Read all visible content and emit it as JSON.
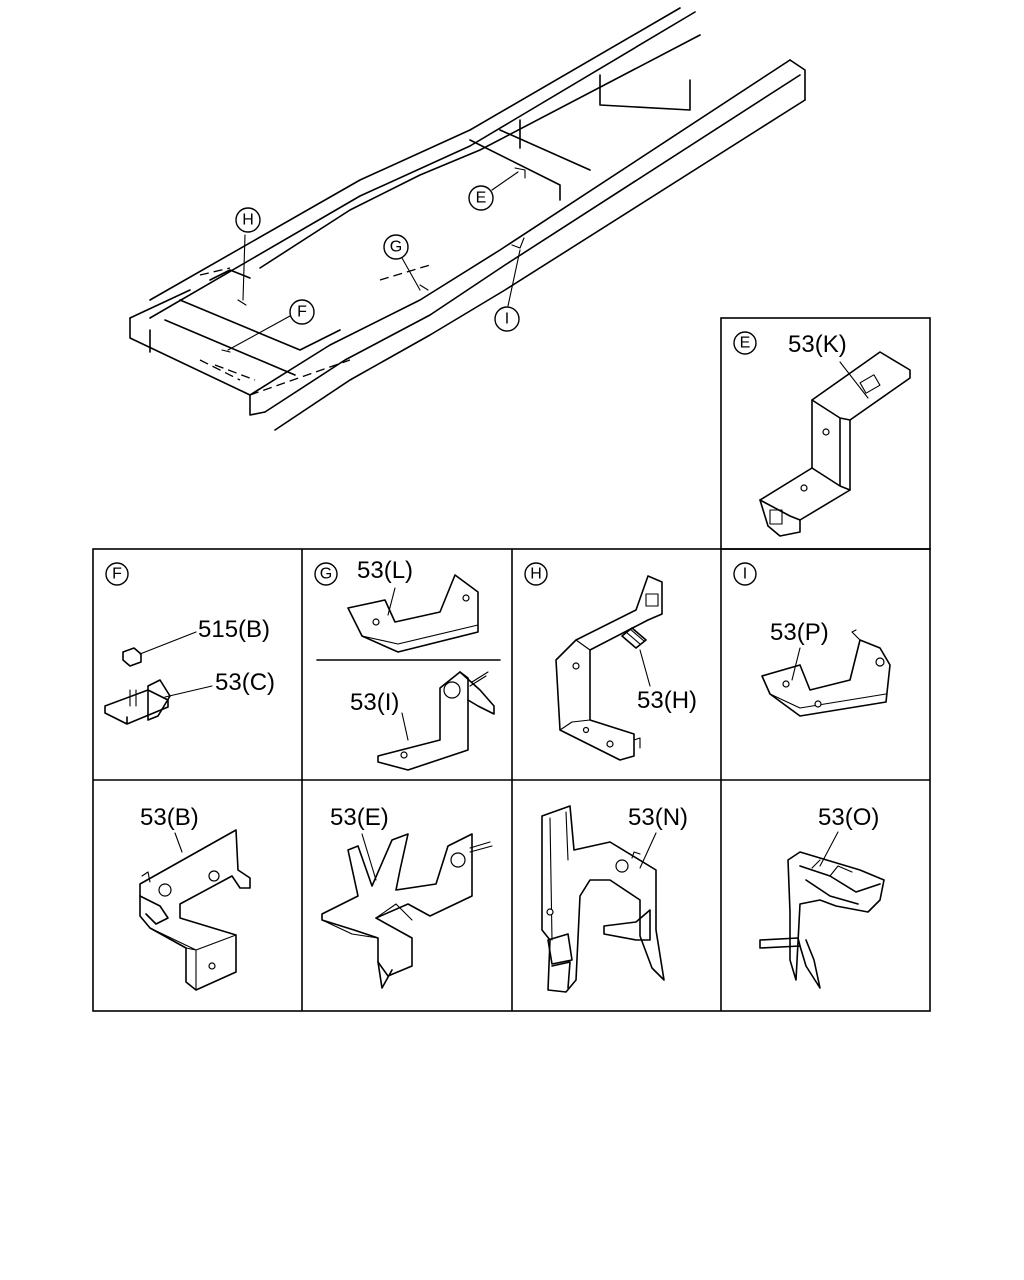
{
  "callouts": {
    "E": "E",
    "F": "F",
    "G": "G",
    "H": "H",
    "I": "I"
  },
  "panels": {
    "E": {
      "letter": "E",
      "parts": [
        "53(K)"
      ]
    },
    "F": {
      "letter": "F",
      "parts": [
        "515(B)",
        "53(C)"
      ]
    },
    "G": {
      "letter": "G",
      "parts": [
        "53(L)",
        "53(I)"
      ]
    },
    "H": {
      "letter": "H",
      "parts": [
        "53(H)"
      ]
    },
    "I": {
      "letter": "I",
      "parts": [
        "53(P)"
      ]
    },
    "B": {
      "parts": [
        "53(B)"
      ]
    },
    "Ep": {
      "parts": [
        "53(E)"
      ]
    },
    "N": {
      "parts": [
        "53(N)"
      ]
    },
    "O": {
      "parts": [
        "53(O)"
      ]
    }
  }
}
